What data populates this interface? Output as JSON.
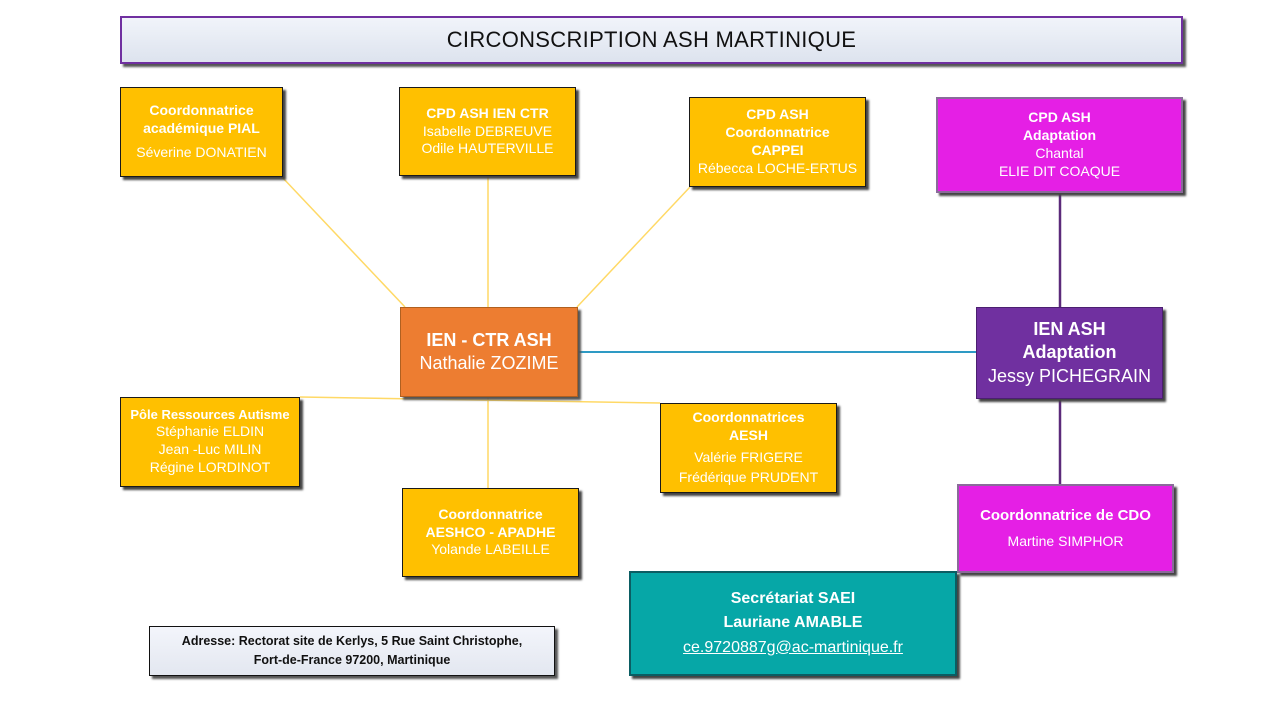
{
  "title": "CIRCONSCRIPTION ASH MARTINIQUE",
  "pial": {
    "role_line1": "Coordonnatrice",
    "role_line2": "académique PIAL",
    "name": "Séverine DONATIEN"
  },
  "cpd_ctr": {
    "role": "CPD ASH IEN CTR",
    "name1": "Isabelle DEBREUVE",
    "name2": "Odile HAUTERVILLE"
  },
  "cpd_cappei": {
    "role_line1": "CPD ASH",
    "role_line2": "Coordonnatrice",
    "role_line3": "CAPPEI",
    "name": "Rébecca LOCHE-ERTUS"
  },
  "cpd_adaptation": {
    "role_line1": "CPD ASH",
    "role_line2": "Adaptation",
    "name_line1": "Chantal",
    "name_line2": "ELIE DIT COAQUE"
  },
  "ien_ctr": {
    "role": "IEN - CTR ASH",
    "name": "Nathalie ZOZIME"
  },
  "ien_adaptation": {
    "role_line1": "IEN ASH",
    "role_line2": "Adaptation",
    "name": "Jessy PICHEGRAIN"
  },
  "autisme": {
    "role": "Pôle Ressources  Autisme",
    "name1": "Stéphanie  ELDIN",
    "name2": "Jean -Luc MILIN",
    "name3": "Régine LORDINOT"
  },
  "aesh": {
    "role_line1": "Coordonnatrices",
    "role_line2": "AESH",
    "name1": "Valérie FRIGERE",
    "name2": "Frédérique PRUDENT"
  },
  "aeshco": {
    "role_line1": "Coordonnatrice",
    "role_line2": "AESHCO - APADHE",
    "name": "Yolande LABEILLE"
  },
  "cdo": {
    "role": "Coordonnatrice de CDO",
    "name": "Martine SIMPHOR"
  },
  "secretariat": {
    "line1": "Secrétariat  SAEI",
    "line2": "Lauriane  AMABLE",
    "email": "ce.9720887g@ac-martinique.fr"
  },
  "address": {
    "line1": "Adresse: Rectorat site de Kerlys, 5 Rue Saint Christophe,",
    "line2": "Fort-de-France 97200, Martinique"
  },
  "colors": {
    "yellow": "#ffc000",
    "magenta": "#e51fe5",
    "orange": "#ed7d31",
    "purple": "#7030a0",
    "teal": "#06a7a7",
    "title_border": "#7030a0",
    "connector_yellow": "#ffd966",
    "connector_blue": "#2e9ac4",
    "connector_purple": "#5b2a7a"
  }
}
